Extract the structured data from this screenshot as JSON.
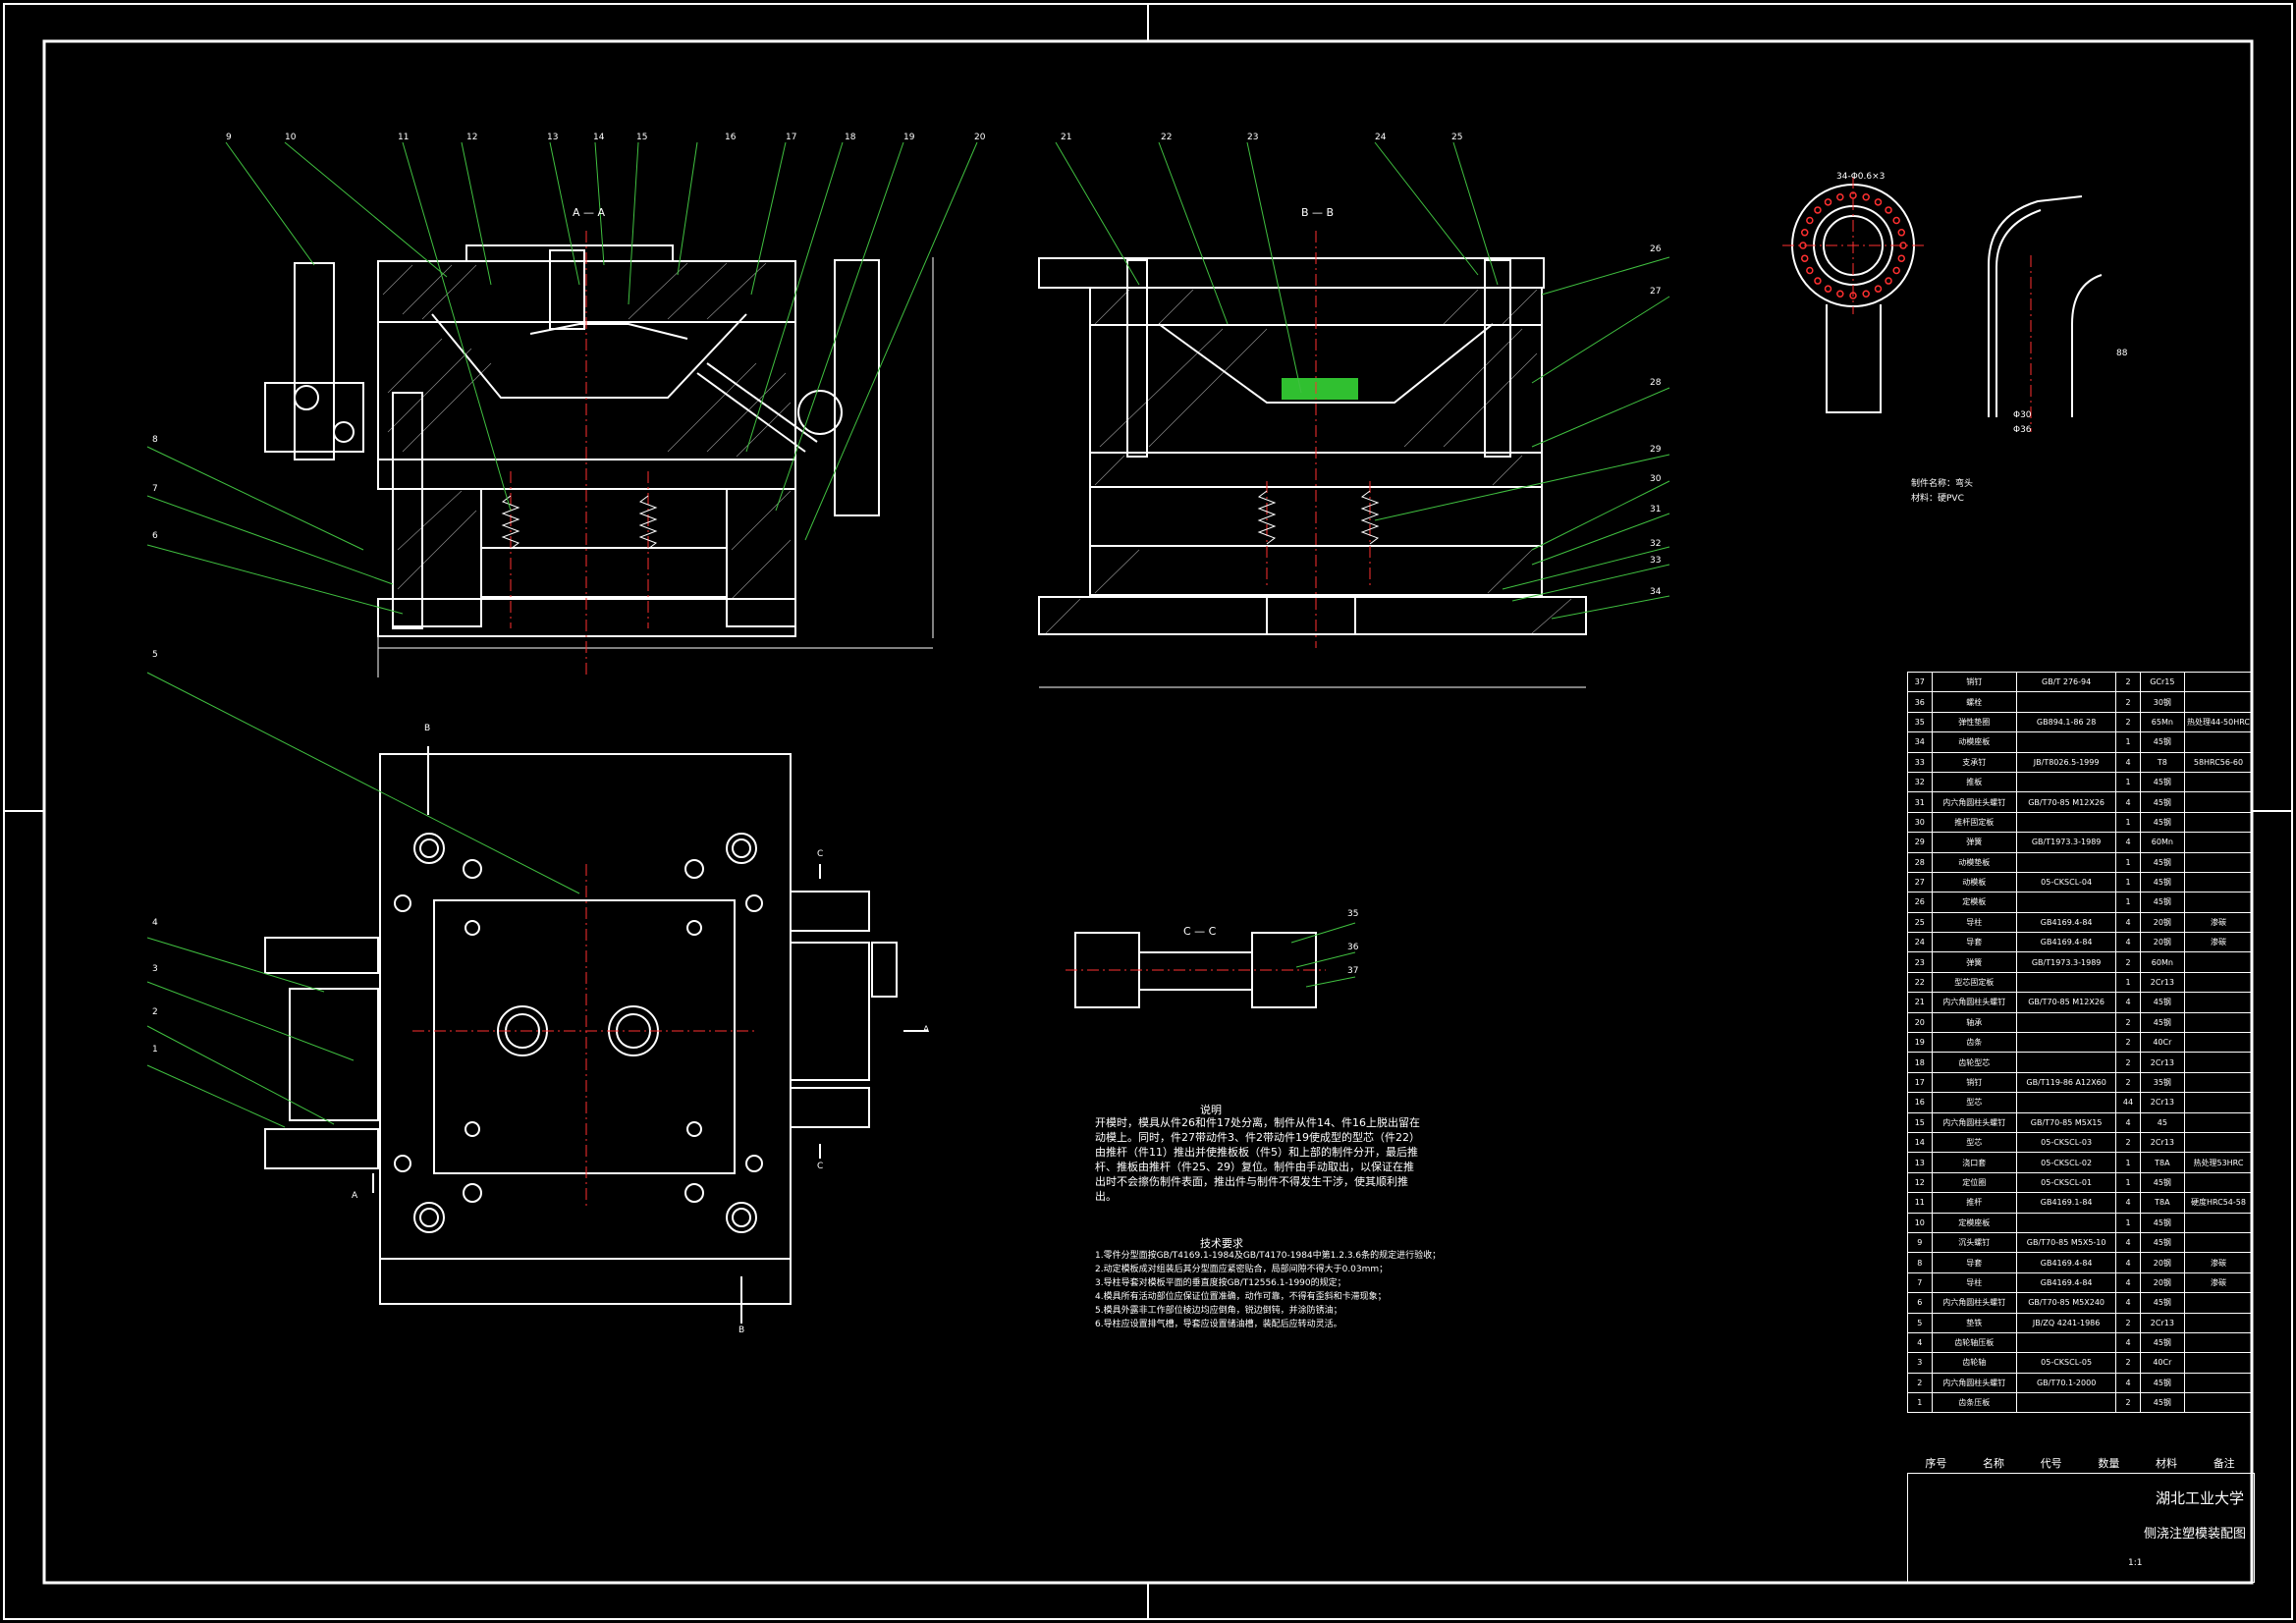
{
  "section_titles": {
    "aa": "A — A",
    "bb": "B — B",
    "cc": "C — C"
  },
  "callouts_top": [
    "9",
    "10",
    "11",
    "12",
    "13",
    "14",
    "15",
    "16",
    "17",
    "18",
    "19",
    "20",
    "21",
    "22",
    "23",
    "24",
    "25"
  ],
  "callouts_right": [
    "26",
    "27",
    "28",
    "29",
    "30",
    "31",
    "32",
    "33",
    "34"
  ],
  "callouts_left_front": [
    "8",
    "7",
    "6"
  ],
  "callouts_left_bottom": [
    "5",
    "4",
    "3",
    "2",
    "1"
  ],
  "callouts_cc": [
    "35",
    "36",
    "37"
  ],
  "view_markers": {
    "a": "A",
    "b": "B",
    "c": "C"
  },
  "part_info": {
    "name": "制件名称：弯头",
    "material": "材料：硬PVC"
  },
  "part_dims": [
    "34-Φ0.6×3",
    "Φ30",
    "Φ36",
    "88"
  ],
  "instructions_title": "说明",
  "instructions_text": "开模时，模具从件26和件17处分离，制件从件14、件16上脱出留在动模上。同时，件27带动件3、件2带动件19使成型的型芯（件22）由推杆（件11）推出并使推板板（件5）和上部的制件分开，最后推杆、推板由推杆（件25、29）复位。制件由手动取出，以保证在推出时不会擦伤制件表面，推出件与制件不得发生干涉，使其顺利推出。",
  "tech_title": "技术要求",
  "tech_requirements": [
    "1.零件分型面按GB/T4169.1-1984及GB/T4170-1984中第1.2.3.6条的规定进行验收；",
    "2.动定模板成对组装后其分型面应紧密贴合，局部间隙不得大于0.03mm；",
    "3.导柱导套对模板平面的垂直度按GB/T12556.1-1990的规定；",
    "4.模具所有活动部位应保证位置准确，动作可靠，不得有歪斜和卡滞现象；",
    "5.模具外露非工作部位棱边均应倒角，锐边倒钝，并涂防锈油；",
    "6.导柱应设置排气槽，导套应设置储油槽，装配后应转动灵活。"
  ],
  "bom": [
    [
      "37",
      "销钉",
      "GB/T 276-94",
      "2",
      "GCr15",
      ""
    ],
    [
      "36",
      "螺栓",
      "",
      "2",
      "30钢",
      ""
    ],
    [
      "35",
      "弹性垫圈",
      "GB894.1-86 28",
      "2",
      "65Mn",
      "热处理44-50HRC"
    ],
    [
      "34",
      "动模座板",
      "",
      "1",
      "45钢",
      ""
    ],
    [
      "33",
      "支承钉",
      "JB/T8026.5-1999",
      "4",
      "T8",
      "58HRC56-60"
    ],
    [
      "32",
      "推板",
      "",
      "1",
      "45钢",
      ""
    ],
    [
      "31",
      "内六角圆柱头螺钉",
      "GB/T70-85 M12X26",
      "4",
      "45钢",
      ""
    ],
    [
      "30",
      "推杆固定板",
      "",
      "1",
      "45钢",
      ""
    ],
    [
      "29",
      "弹簧",
      "GB/T1973.3-1989",
      "4",
      "60Mn",
      ""
    ],
    [
      "28",
      "动模垫板",
      "",
      "1",
      "45钢",
      ""
    ],
    [
      "27",
      "动模板",
      "05-CKSCL-04",
      "1",
      "45钢",
      ""
    ],
    [
      "26",
      "定模板",
      "",
      "1",
      "45钢",
      ""
    ],
    [
      "25",
      "导柱",
      "GB4169.4-84",
      "4",
      "20钢",
      "渗碳"
    ],
    [
      "24",
      "导套",
      "GB4169.4-84",
      "4",
      "20钢",
      "渗碳"
    ],
    [
      "23",
      "弹簧",
      "GB/T1973.3-1989",
      "2",
      "60Mn",
      ""
    ],
    [
      "22",
      "型芯固定板",
      "",
      "1",
      "2Cr13",
      ""
    ],
    [
      "21",
      "内六角圆柱头螺钉",
      "GB/T70-85 M12X26",
      "4",
      "45钢",
      ""
    ],
    [
      "20",
      "轴承",
      "",
      "2",
      "45钢",
      ""
    ],
    [
      "19",
      "齿条",
      "",
      "2",
      "40Cr",
      ""
    ],
    [
      "18",
      "齿轮型芯",
      "",
      "2",
      "2Cr13",
      ""
    ],
    [
      "17",
      "销钉",
      "GB/T119-86 A12X60",
      "2",
      "35钢",
      ""
    ],
    [
      "16",
      "型芯",
      "",
      "44",
      "2Cr13",
      ""
    ],
    [
      "15",
      "内六角圆柱头螺钉",
      "GB/T70-85 M5X15",
      "4",
      "45",
      ""
    ],
    [
      "14",
      "型芯",
      "05-CKSCL-03",
      "2",
      "2Cr13",
      ""
    ],
    [
      "13",
      "浇口套",
      "05-CKSCL-02",
      "1",
      "T8A",
      "热处理53HRC"
    ],
    [
      "12",
      "定位圈",
      "05-CKSCL-01",
      "1",
      "45钢",
      ""
    ],
    [
      "11",
      "推杆",
      "GB4169.1-84",
      "4",
      "T8A",
      "硬度HRC54-58"
    ],
    [
      "10",
      "定模座板",
      "",
      "1",
      "45钢",
      ""
    ],
    [
      "9",
      "沉头螺钉",
      "GB/T70-85 M5X5-10",
      "4",
      "45钢",
      ""
    ],
    [
      "8",
      "导套",
      "GB4169.4-84",
      "4",
      "20钢",
      "渗碳"
    ],
    [
      "7",
      "导柱",
      "GB4169.4-84",
      "4",
      "20钢",
      "渗碳"
    ],
    [
      "6",
      "内六角圆柱头螺钉",
      "GB/T70-85 M5X240",
      "4",
      "45钢",
      ""
    ],
    [
      "5",
      "垫铁",
      "JB/ZQ 4241-1986",
      "2",
      "2Cr13",
      ""
    ],
    [
      "4",
      "齿轮轴压板",
      "",
      "4",
      "45钢",
      ""
    ],
    [
      "3",
      "齿轮轴",
      "05-CKSCL-05",
      "2",
      "40Cr",
      ""
    ],
    [
      "2",
      "内六角圆柱头螺钉",
      "GB/T70.1-2000",
      "4",
      "45钢",
      ""
    ],
    [
      "1",
      "齿条压板",
      "",
      "2",
      "45钢",
      ""
    ]
  ],
  "bom_header": [
    "序号",
    "名称",
    "代号",
    "数量",
    "材料",
    "备注"
  ],
  "title_block": {
    "school": "湖北工业大学",
    "drawing": "侧浇注塑模装配图",
    "scale": "1:1"
  },
  "colors": {
    "bg": "#000000",
    "line": "#ffffff",
    "leader": "#40c040",
    "center": "#ff3030",
    "hatch": "#ffffff"
  }
}
